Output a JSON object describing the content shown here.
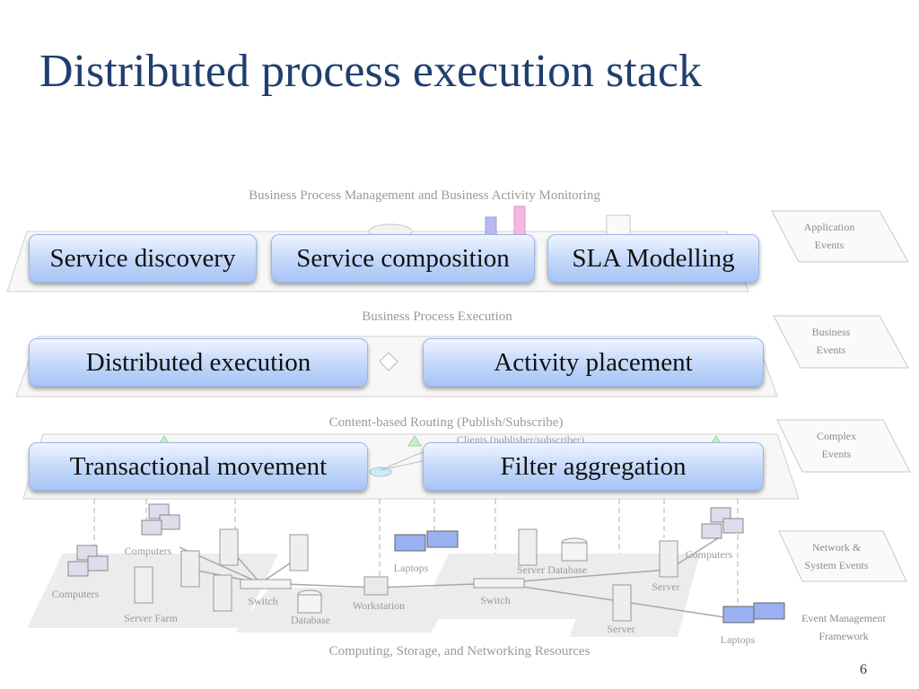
{
  "slide": {
    "title": "Distributed process execution stack",
    "page_number": "6"
  },
  "layers": {
    "bpm": "Business Process Management and Business Activity Monitoring",
    "execution": "Business Process Execution",
    "routing": "Content-based Routing (Publish/Subscribe)",
    "routing_clients": "Clients (publisher/subscriber)",
    "resources": "Computing, Storage, and Networking Resources"
  },
  "side_labels": {
    "application_events": [
      "Application",
      "Events"
    ],
    "business_events": [
      "Business",
      "Events"
    ],
    "complex_events": [
      "Complex",
      "Events"
    ],
    "network_events": [
      "Network &",
      "System Events"
    ],
    "framework": [
      "Event Management",
      "Framework"
    ]
  },
  "resource_labels": {
    "computers_1": "Computers",
    "computers_2": "Computers",
    "computers_3": "Computers",
    "server_farm": "Server Farm",
    "switch_1": "Switch",
    "switch_2": "Switch",
    "database_1": "Database",
    "database_2": "Server Database",
    "workstation": "Workstation",
    "laptops_1": "Laptops",
    "laptops_2": "Laptops",
    "server_1": "Server",
    "server_2": "Server"
  },
  "boxes": {
    "service_discovery": "Service discovery",
    "service_composition": "Service composition",
    "sla_modelling": "SLA Modelling",
    "distributed_execution": "Distributed execution",
    "activity_placement": "Activity placement",
    "transactional_movement": "Transactional movement",
    "filter_aggregation": "Filter aggregation"
  }
}
